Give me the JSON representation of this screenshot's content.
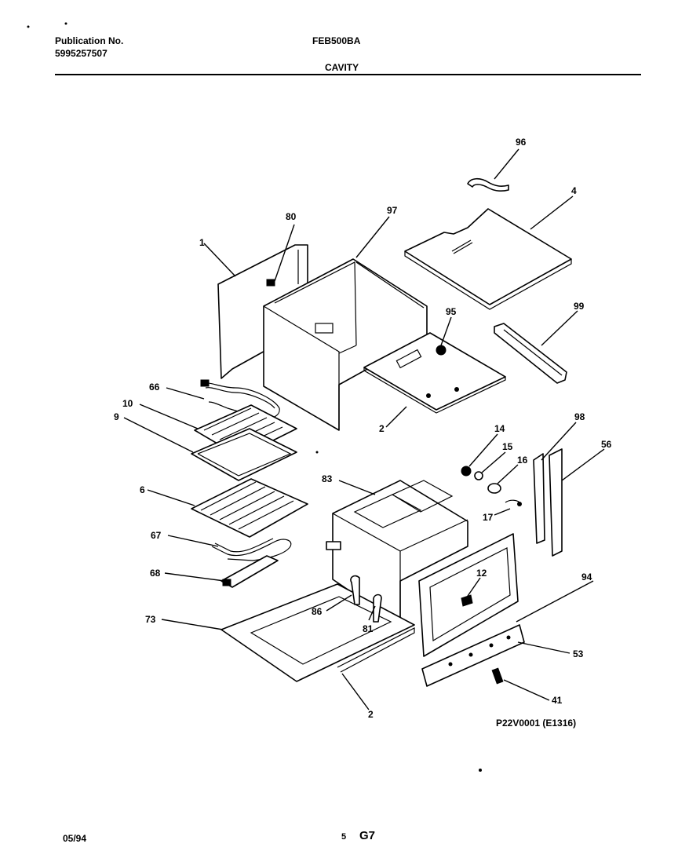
{
  "header": {
    "publication_label": "Publication No.",
    "publication_number": "5995257507",
    "model": "FEB500BA",
    "section": "CAVITY"
  },
  "footer": {
    "date": "05/94",
    "page_number": "5",
    "page_code": "G7",
    "diagram_code": "P22V0001 (E1316)"
  },
  "callouts": [
    "96",
    "4",
    "80",
    "97",
    "1",
    "95",
    "99",
    "66",
    "10",
    "9",
    "2",
    "14",
    "15",
    "16",
    "98",
    "56",
    "83",
    "6",
    "17",
    "67",
    "68",
    "12",
    "94",
    "73",
    "86",
    "81",
    "53",
    "41",
    "2"
  ]
}
